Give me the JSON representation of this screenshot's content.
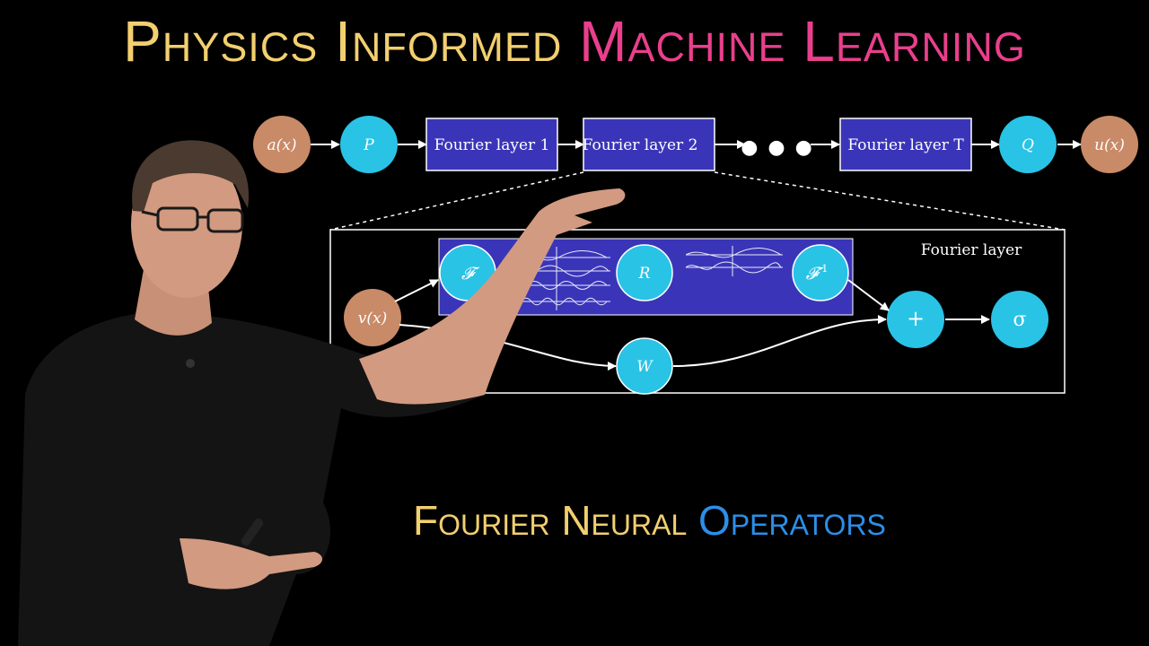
{
  "title": {
    "part1": "Physics Informed",
    "part2": "Machine Learning"
  },
  "subtitle": {
    "part1": "Fourier Neural",
    "part2": "Operators"
  },
  "pipeline": {
    "input": "a(x)",
    "lift": "P",
    "layer1": "Fourier layer 1",
    "layer2": "Fourier layer 2",
    "ellipsis": "● ● ●",
    "layerT": "Fourier layer T",
    "project": "Q",
    "output": "u(x)"
  },
  "fourier_layer": {
    "label": "Fourier layer",
    "input": "v(x)",
    "fft": "𝓕",
    "r": "R",
    "ifft": "𝓕",
    "ifft_sup": "-1",
    "w": "W",
    "plus": "+",
    "sigma": "σ"
  },
  "colors": {
    "title_gold": "#f2cf6f",
    "title_pink": "#ea3f8d",
    "subtitle_blue": "#2b8fe8",
    "layer_box": "#3a35b8",
    "node_cyan": "#29c3e6",
    "node_tan": "#c98a67"
  }
}
